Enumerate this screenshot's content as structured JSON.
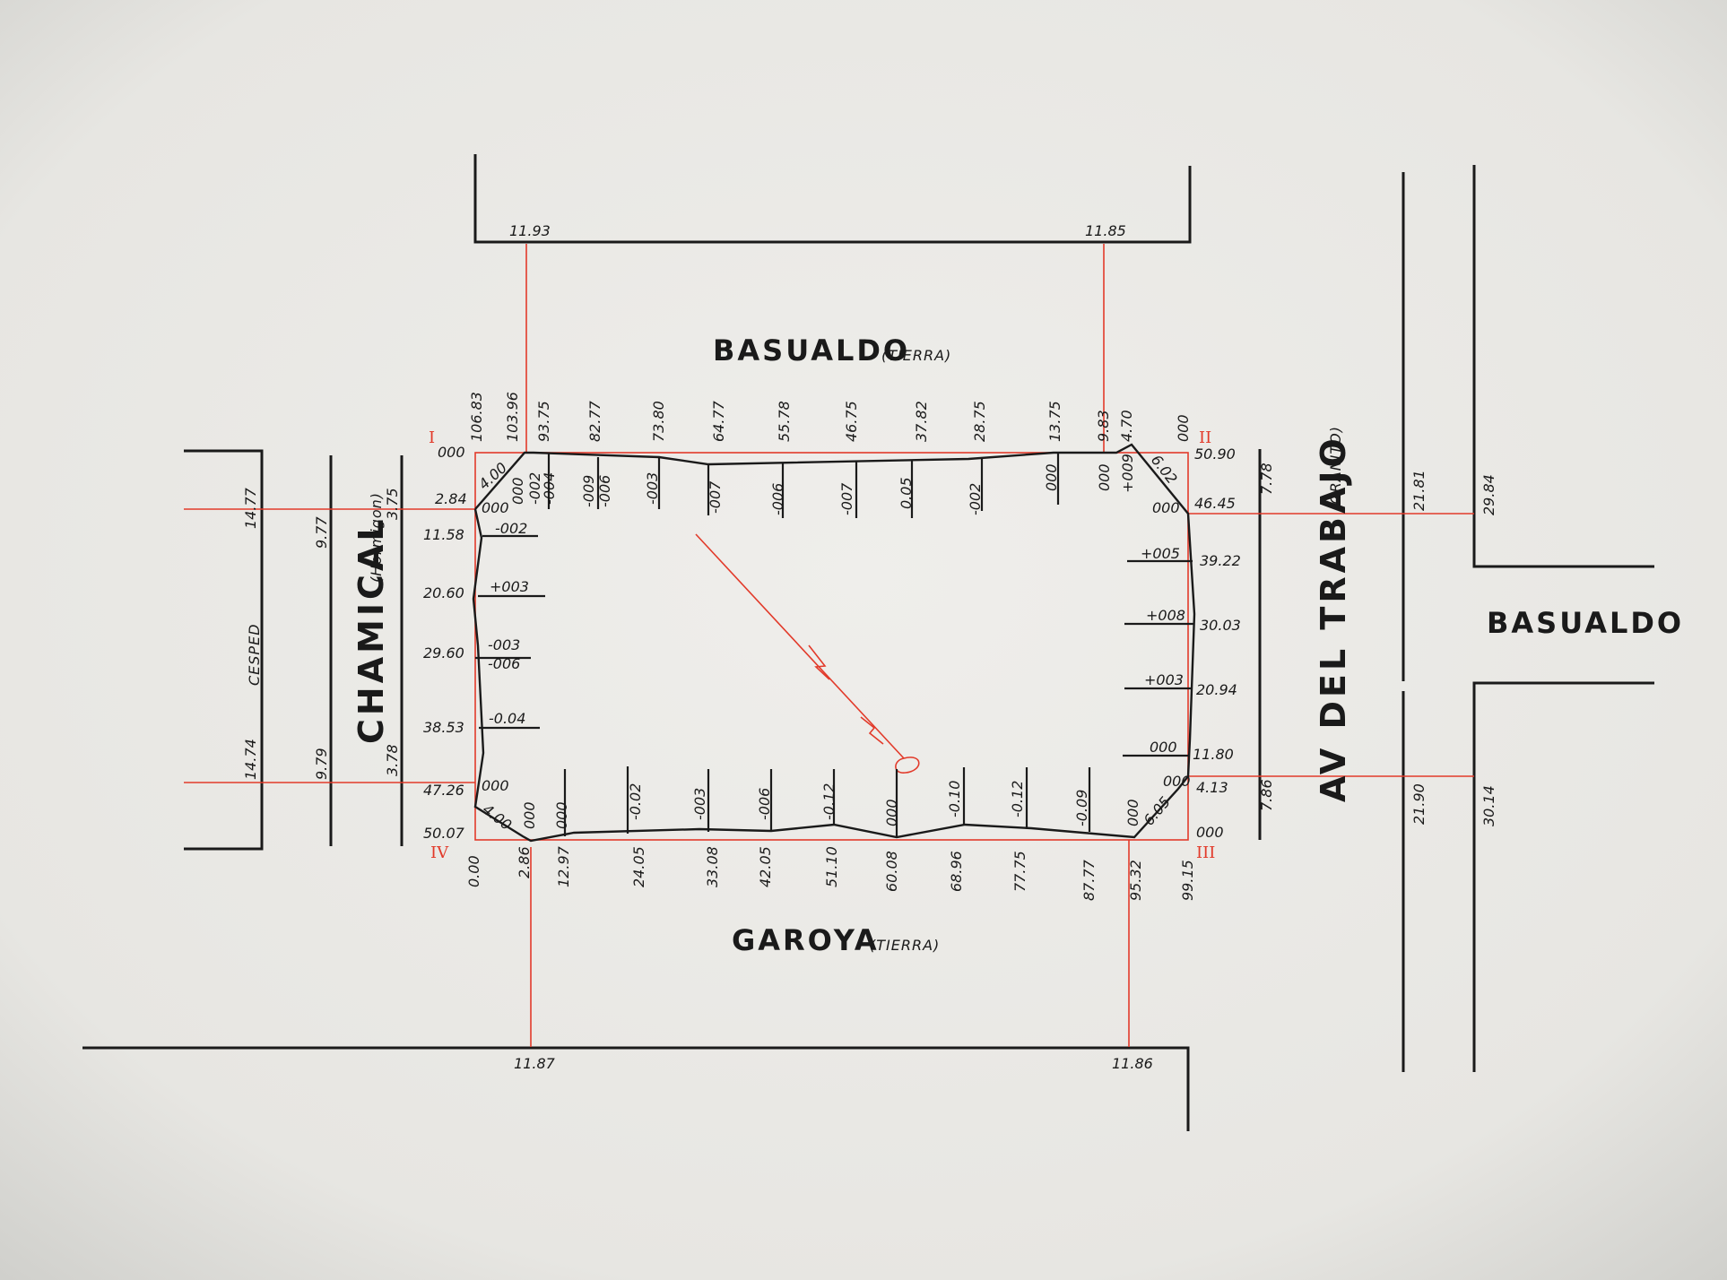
{
  "streets": {
    "top": {
      "name": "BASUALDO",
      "surface": "(TIERRA)"
    },
    "bottom": {
      "name": "GAROYA",
      "surface": "(TIERRA)"
    },
    "left": {
      "name": "CHAMICAL",
      "surface": "(Hormigon)"
    },
    "right": {
      "name": "AV DEL TRABAJO",
      "surface": "(GRANITO)"
    },
    "far_right": {
      "name": "BASUALDO"
    },
    "far_left": {
      "name": "CESPED"
    }
  },
  "corners": {
    "c1": "I",
    "c2": "II",
    "c3": "III",
    "c4": "IV"
  },
  "street_widths": {
    "top_left": "11.93",
    "top_right": "11.85",
    "bottom_left": "11.87",
    "bottom_right": "11.86",
    "left_outer_top": "14.77",
    "left_outer_bottom": "14.74",
    "left_mid_top": "9.77",
    "left_mid_bottom": "9.79",
    "left_inner_top": "3.75",
    "left_inner_bottom": "3.78",
    "right_inner_top": "7.78",
    "right_inner_bottom": "7.86",
    "right_mid_top": "21.81",
    "right_mid_bottom": "21.90",
    "right_outer_top": "29.84",
    "right_outer_bottom": "30.14"
  },
  "top_chainage": [
    "106.83",
    "103.96",
    "93.75",
    "82.77",
    "73.80",
    "64.77",
    "55.78",
    "46.75",
    "37.82",
    "28.75",
    "13.75",
    "9.83",
    "4.70",
    "000"
  ],
  "top_offsets": [
    "000",
    "-002",
    "-004",
    "-009",
    "-006",
    "-003",
    "-007",
    "-006",
    "-007",
    "0.05",
    "-002",
    "000",
    "000",
    "+009"
  ],
  "top_corner": {
    "left_diag": "4.00",
    "right_diag": "6.02"
  },
  "left_chainage": [
    "000",
    "2.84",
    "11.58",
    "20.60",
    "29.60",
    "38.53",
    "47.26",
    "50.07"
  ],
  "left_offsets": [
    "000",
    "-002",
    "+003",
    "-003",
    "-006",
    "-0.04",
    "000"
  ],
  "left_corner_bottom": "4.00",
  "right_chainage": [
    "50.90",
    "46.45",
    "39.22",
    "30.03",
    "20.94",
    "11.80",
    "4.13",
    "000"
  ],
  "right_offsets": [
    "000",
    "+005",
    "+008",
    "+003",
    "000",
    "000"
  ],
  "right_corner_bottom": "6.05",
  "bottom_chainage": [
    "0.00",
    "2.86",
    "12.97",
    "24.05",
    "33.08",
    "42.05",
    "51.10",
    "60.08",
    "68.96",
    "77.75",
    "87.77",
    "95.32",
    "99.15"
  ],
  "bottom_offsets": [
    "000",
    "000",
    "-0.02",
    "-003",
    "-006",
    "-0.12",
    "000",
    "-0.10",
    "-0.12",
    "-0.09",
    "000"
  ],
  "colors": {
    "paper": "#ecebe8",
    "ink": "#1a1a1a",
    "red": "#e23a2a"
  }
}
